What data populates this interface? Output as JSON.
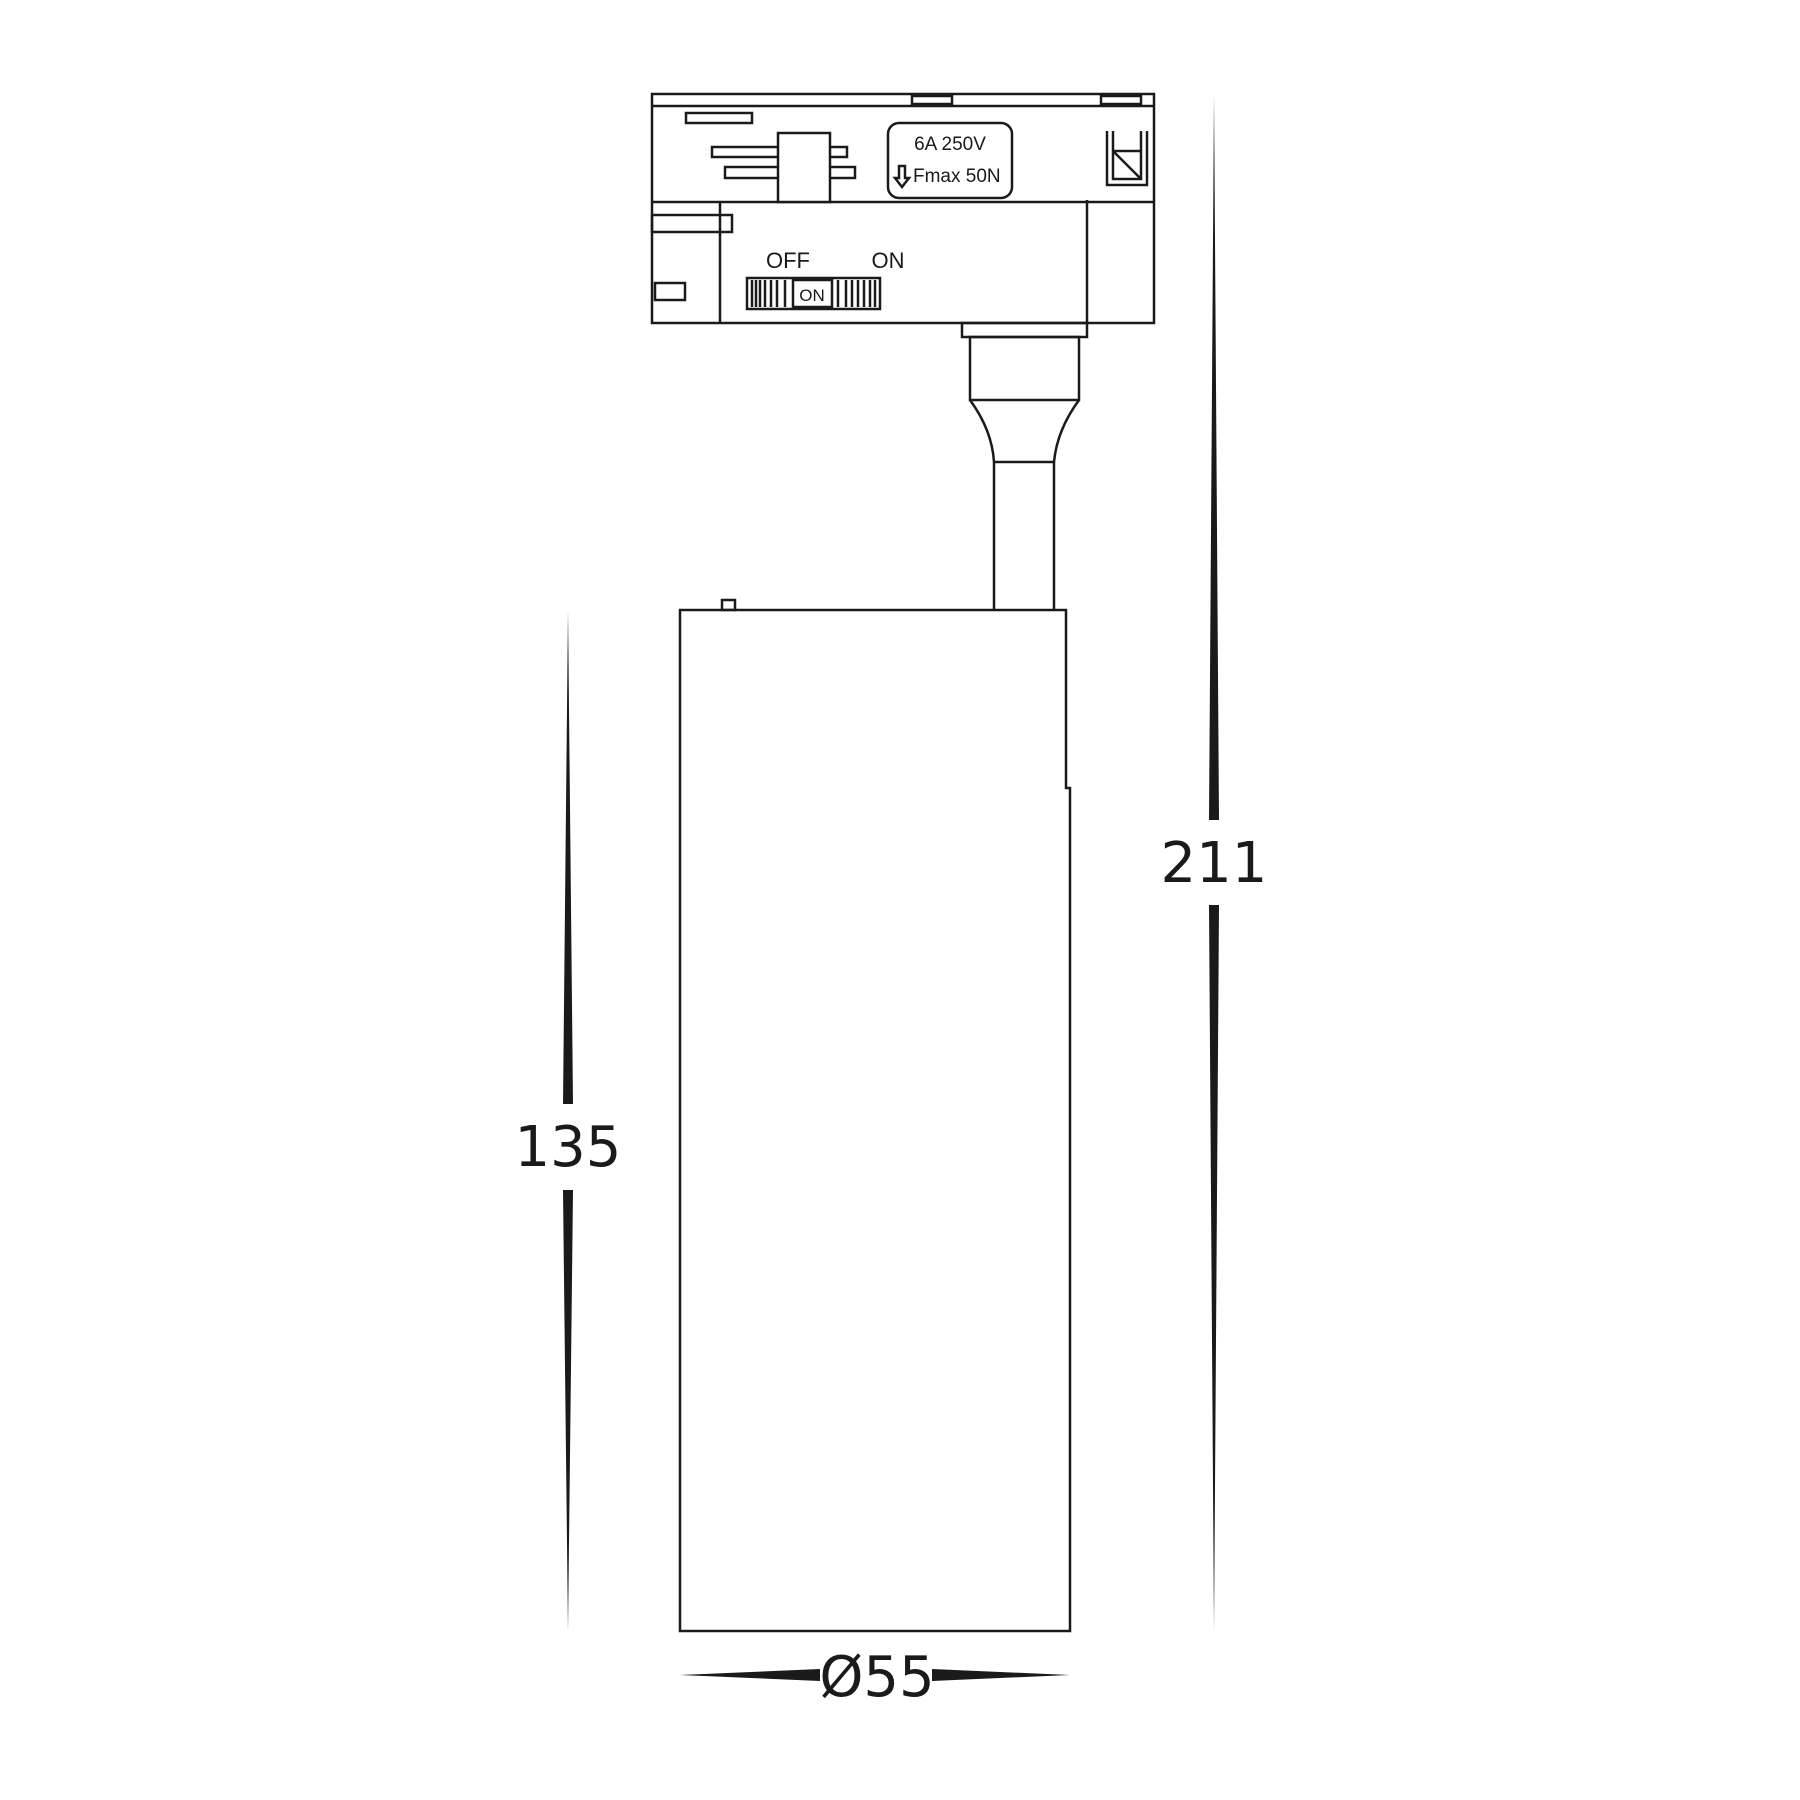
{
  "adapter": {
    "rating_line1": "6A 250V",
    "rating_line2": "Fmax 50N",
    "switch_off_label": "OFF",
    "switch_on_label": "ON",
    "switch_window_label": "ON"
  },
  "dimensions": {
    "overall_height": "211",
    "body_height": "135",
    "diameter": "Ø55"
  }
}
